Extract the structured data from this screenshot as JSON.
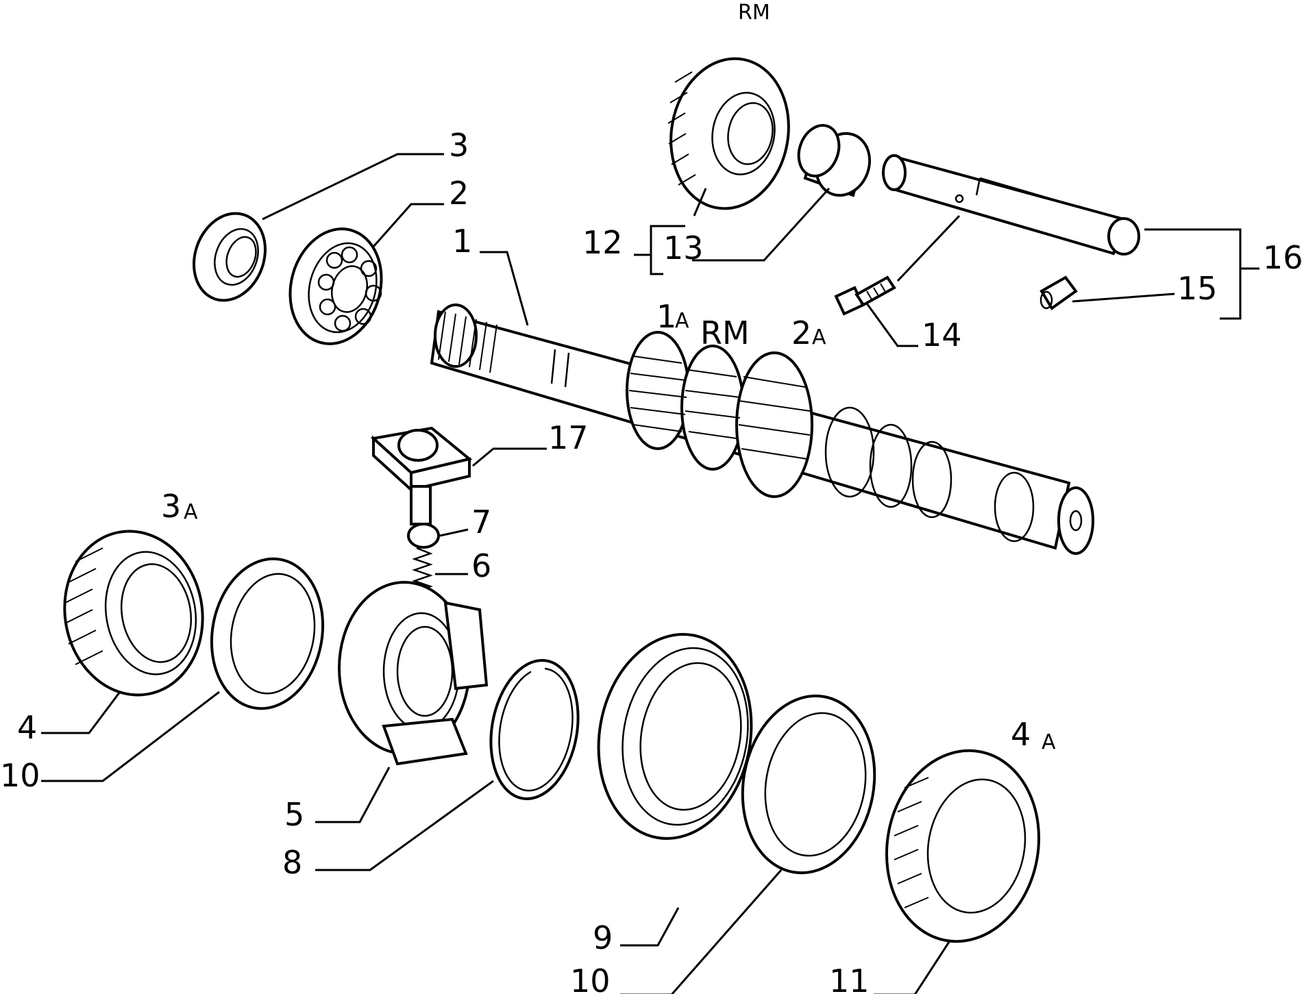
{
  "labels": {
    "rm_top": "RM",
    "p1": "1",
    "p2": "2",
    "p3": "3",
    "p4": "4",
    "p5": "5",
    "p6": "6",
    "p7": "7",
    "p8": "8",
    "p9": "9",
    "p10a": "10",
    "p10b": "10",
    "p11": "11",
    "p12": "12",
    "p13": "13",
    "p14": "14",
    "p15": "15",
    "p16": "16",
    "p17": "17",
    "ref1a_num": "1",
    "ref1a_sub": "A",
    "ref1a_rm": "RM",
    "ref2a_num": "2",
    "ref2a_sub": "A",
    "ref3a_num": "3",
    "ref3a_sub": "A",
    "ref4a_num": "4",
    "ref4a_sub": "A"
  },
  "colors": {
    "line": "#000000",
    "background": "#ffffff"
  }
}
